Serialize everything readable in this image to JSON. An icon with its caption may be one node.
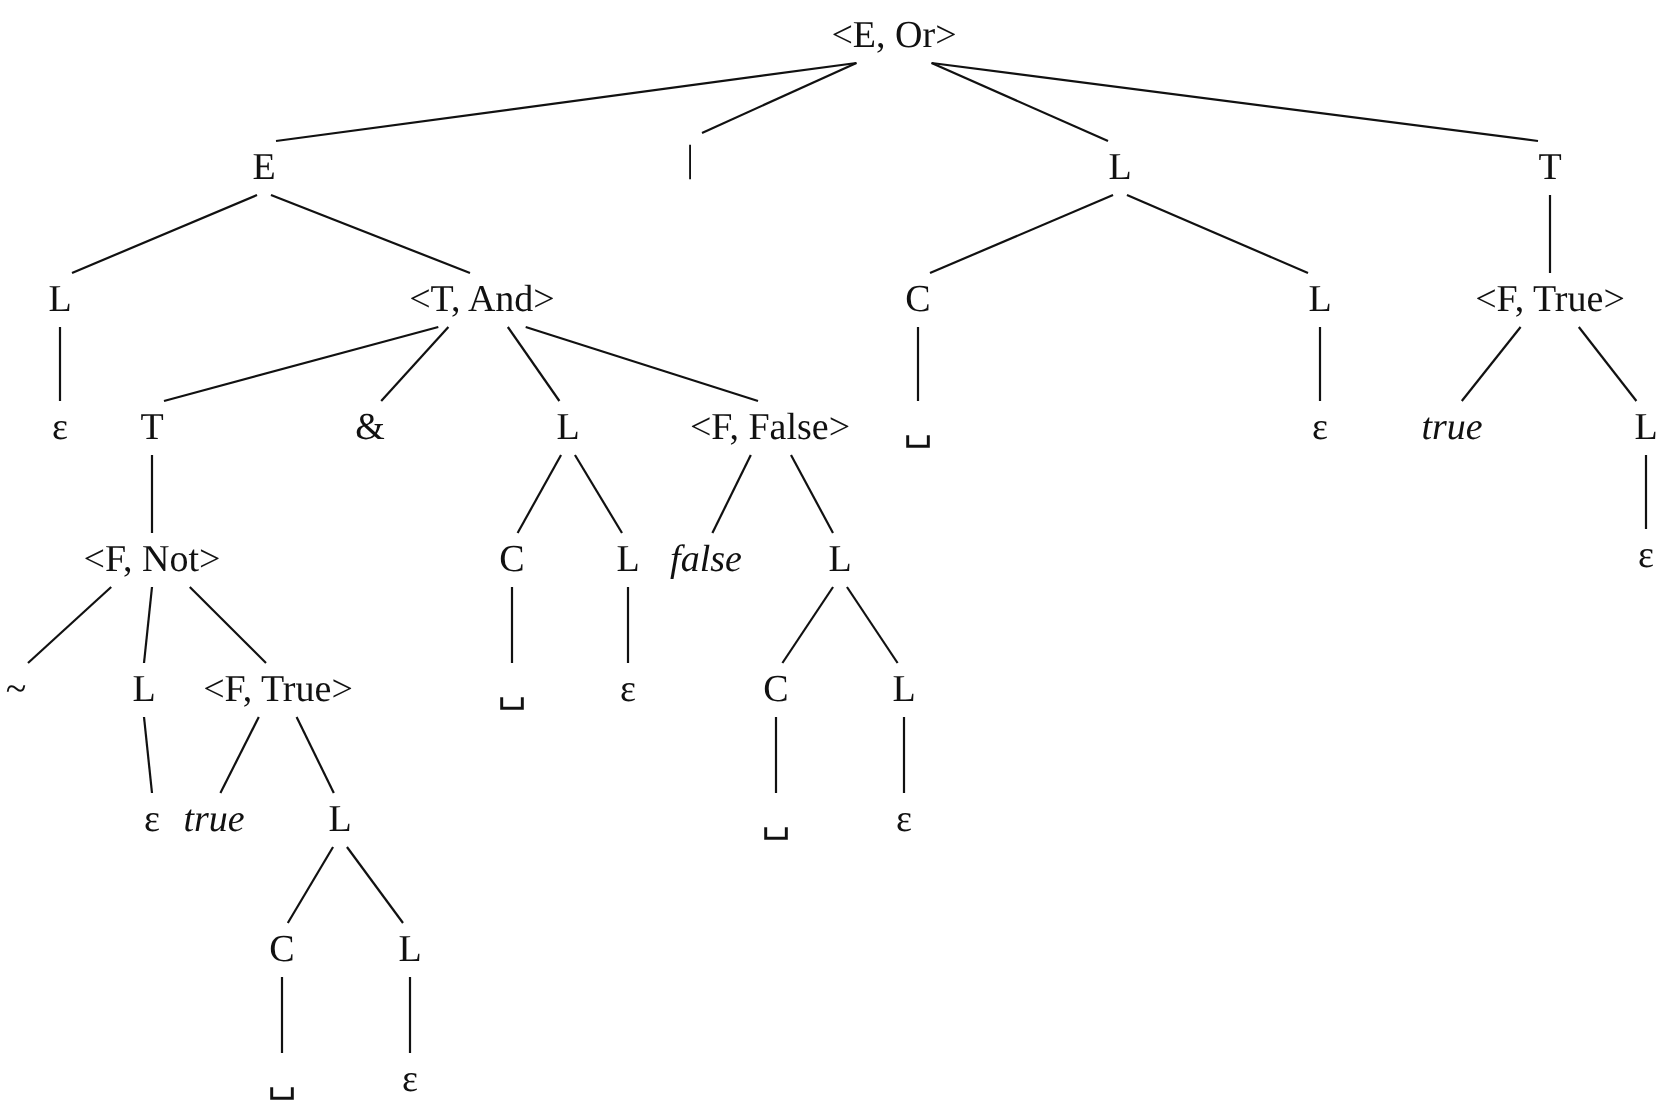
{
  "diagram": {
    "nodes": [
      {
        "text": [
          "<E, Or>"
        ]
      },
      {
        "text": [
          "E"
        ]
      },
      {
        "text": [
          "|"
        ]
      },
      {
        "text": [
          "L"
        ]
      },
      {
        "text": [
          "T"
        ]
      },
      {
        "text": [
          "L"
        ]
      },
      {
        "text": [
          "<T, And>"
        ]
      },
      {
        "text": [
          "C"
        ]
      },
      {
        "text": [
          "L"
        ]
      },
      {
        "text": [
          "<F, True>"
        ]
      },
      {
        "text": [
          "ε"
        ]
      },
      {
        "text": [
          "T"
        ]
      },
      {
        "text": [
          "&"
        ]
      },
      {
        "text": [
          "L"
        ]
      },
      {
        "text": [
          "<F, False>"
        ]
      },
      {
        "text": [
          "␣"
        ]
      },
      {
        "text": [
          "ε"
        ]
      },
      {
        "text": [
          "true"
        ]
      },
      {
        "text": [
          "L"
        ]
      },
      {
        "text": [
          "<F, Not>"
        ]
      },
      {
        "text": [
          "C"
        ]
      },
      {
        "text": [
          "L"
        ]
      },
      {
        "text": [
          "false"
        ]
      },
      {
        "text": [
          "L"
        ]
      },
      {
        "text": [
          "ε"
        ]
      },
      {
        "text": [
          "~"
        ]
      },
      {
        "text": [
          "L"
        ]
      },
      {
        "text": [
          "<F, True>"
        ]
      },
      {
        "text": [
          "␣"
        ]
      },
      {
        "text": [
          "ε"
        ]
      },
      {
        "text": [
          "C"
        ]
      },
      {
        "text": [
          "L"
        ]
      },
      {
        "text": [
          "ε"
        ]
      },
      {
        "text": [
          "true"
        ]
      },
      {
        "text": [
          "L"
        ]
      },
      {
        "text": [
          "␣"
        ]
      },
      {
        "text": [
          "ε"
        ]
      },
      {
        "text": [
          "C"
        ]
      },
      {
        "text": [
          "L"
        ]
      },
      {
        "text": [
          "␣"
        ]
      },
      {
        "text": [
          "ε"
        ]
      }
    ],
    "edges": [
      {
        "from": 0,
        "to": 1,
        "arrow": "none"
      },
      {
        "from": 0,
        "to": 2,
        "arrow": "none"
      },
      {
        "from": 0,
        "to": 3,
        "arrow": "none"
      },
      {
        "from": 0,
        "to": 4,
        "arrow": "none"
      },
      {
        "from": 1,
        "to": 5,
        "arrow": "none"
      },
      {
        "from": 1,
        "to": 6,
        "arrow": "none"
      },
      {
        "from": 3,
        "to": 7,
        "arrow": "none"
      },
      {
        "from": 3,
        "to": 8,
        "arrow": "none"
      },
      {
        "from": 4,
        "to": 9,
        "arrow": "none"
      },
      {
        "from": 5,
        "to": 10,
        "arrow": "none"
      },
      {
        "from": 6,
        "to": 11,
        "arrow": "none"
      },
      {
        "from": 6,
        "to": 12,
        "arrow": "none"
      },
      {
        "from": 6,
        "to": 13,
        "arrow": "none"
      },
      {
        "from": 6,
        "to": 14,
        "arrow": "none"
      },
      {
        "from": 7,
        "to": 15,
        "arrow": "none"
      },
      {
        "from": 8,
        "to": 16,
        "arrow": "none"
      },
      {
        "from": 9,
        "to": 17,
        "arrow": "none"
      },
      {
        "from": 9,
        "to": 18,
        "arrow": "none"
      },
      {
        "from": 11,
        "to": 19,
        "arrow": "none"
      },
      {
        "from": 13,
        "to": 20,
        "arrow": "none"
      },
      {
        "from": 13,
        "to": 21,
        "arrow": "none"
      },
      {
        "from": 14,
        "to": 22,
        "arrow": "none"
      },
      {
        "from": 14,
        "to": 23,
        "arrow": "none"
      },
      {
        "from": 18,
        "to": 24,
        "arrow": "none"
      },
      {
        "from": 19,
        "to": 25,
        "arrow": "none"
      },
      {
        "from": 19,
        "to": 26,
        "arrow": "none"
      },
      {
        "from": 19,
        "to": 27,
        "arrow": "none"
      },
      {
        "from": 20,
        "to": 28,
        "arrow": "none"
      },
      {
        "from": 21,
        "to": 29,
        "arrow": "none"
      },
      {
        "from": 23,
        "to": 30,
        "arrow": "none"
      },
      {
        "from": 23,
        "to": 31,
        "arrow": "none"
      },
      {
        "from": 26,
        "to": 32,
        "arrow": "none"
      },
      {
        "from": 27,
        "to": 33,
        "arrow": "none"
      },
      {
        "from": 27,
        "to": 34,
        "arrow": "none"
      },
      {
        "from": 30,
        "to": 35,
        "arrow": "none"
      },
      {
        "from": 31,
        "to": 36,
        "arrow": "none"
      },
      {
        "from": 34,
        "to": 37,
        "arrow": "none"
      },
      {
        "from": 34,
        "to": 38,
        "arrow": "none"
      },
      {
        "from": 37,
        "to": 39,
        "arrow": "none"
      },
      {
        "from": 38,
        "to": 40,
        "arrow": "none"
      }
    ]
  }
}
